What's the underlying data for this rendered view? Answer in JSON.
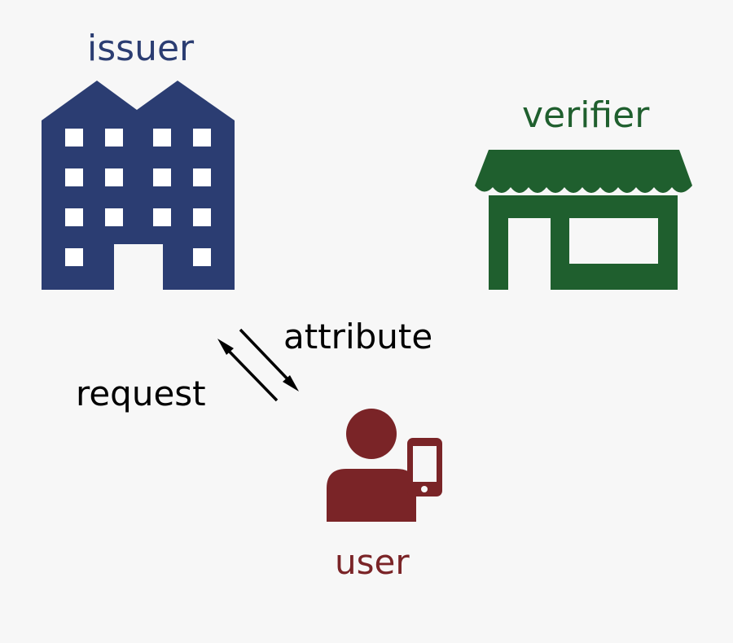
{
  "issuer": {
    "label": "issuer",
    "color": "#2b3d72",
    "icon": "building-icon"
  },
  "verifier": {
    "label": "verifier",
    "color": "#1f5f2e",
    "icon": "storefront-icon"
  },
  "user": {
    "label": "user",
    "color": "#7a2427",
    "icon": "person-with-phone-icon"
  },
  "exchange": {
    "request_label": "request",
    "attribute_label": "attribute"
  }
}
